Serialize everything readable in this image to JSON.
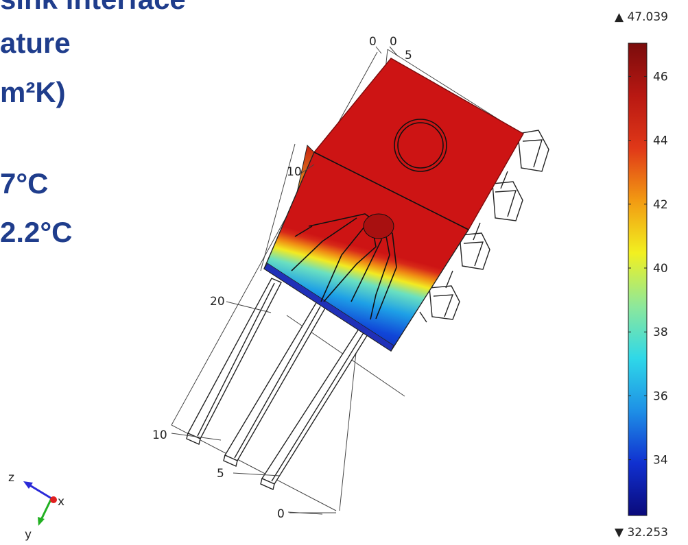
{
  "slide_text": {
    "line1": "sink interface",
    "line2": "ature",
    "line3": "m²K)",
    "line4": "7°C",
    "line5": "2.2°C"
  },
  "colorbar": {
    "max_label": "▲ 47.039",
    "min_label": "▼ 32.253",
    "max": 47.039,
    "min": 32.253,
    "ticks": [
      {
        "value": 46,
        "label": "46"
      },
      {
        "value": 44,
        "label": "44"
      },
      {
        "value": 42,
        "label": "42"
      },
      {
        "value": 40,
        "label": "40"
      },
      {
        "value": 38,
        "label": "38"
      },
      {
        "value": 36,
        "label": "36"
      },
      {
        "value": 34,
        "label": "34"
      }
    ],
    "colors": [
      "#0a0a7a",
      "#1030d0",
      "#1e90e6",
      "#2fd8e8",
      "#8ee89a",
      "#f2f020",
      "#f29a12",
      "#e03818",
      "#b81812",
      "#7a0c0c"
    ]
  },
  "axis_ticks": {
    "top_a": "0",
    "top_b": "0",
    "top_c": "5",
    "left_10": "10",
    "left_20": "20",
    "bottom_10": "10",
    "bottom_5": "5",
    "bottom_0": "0"
  },
  "triad": {
    "z": "z",
    "x": "x",
    "y": "y"
  },
  "colors": {
    "hot": "#cd1414",
    "accent_text": "#1f3d8c"
  }
}
